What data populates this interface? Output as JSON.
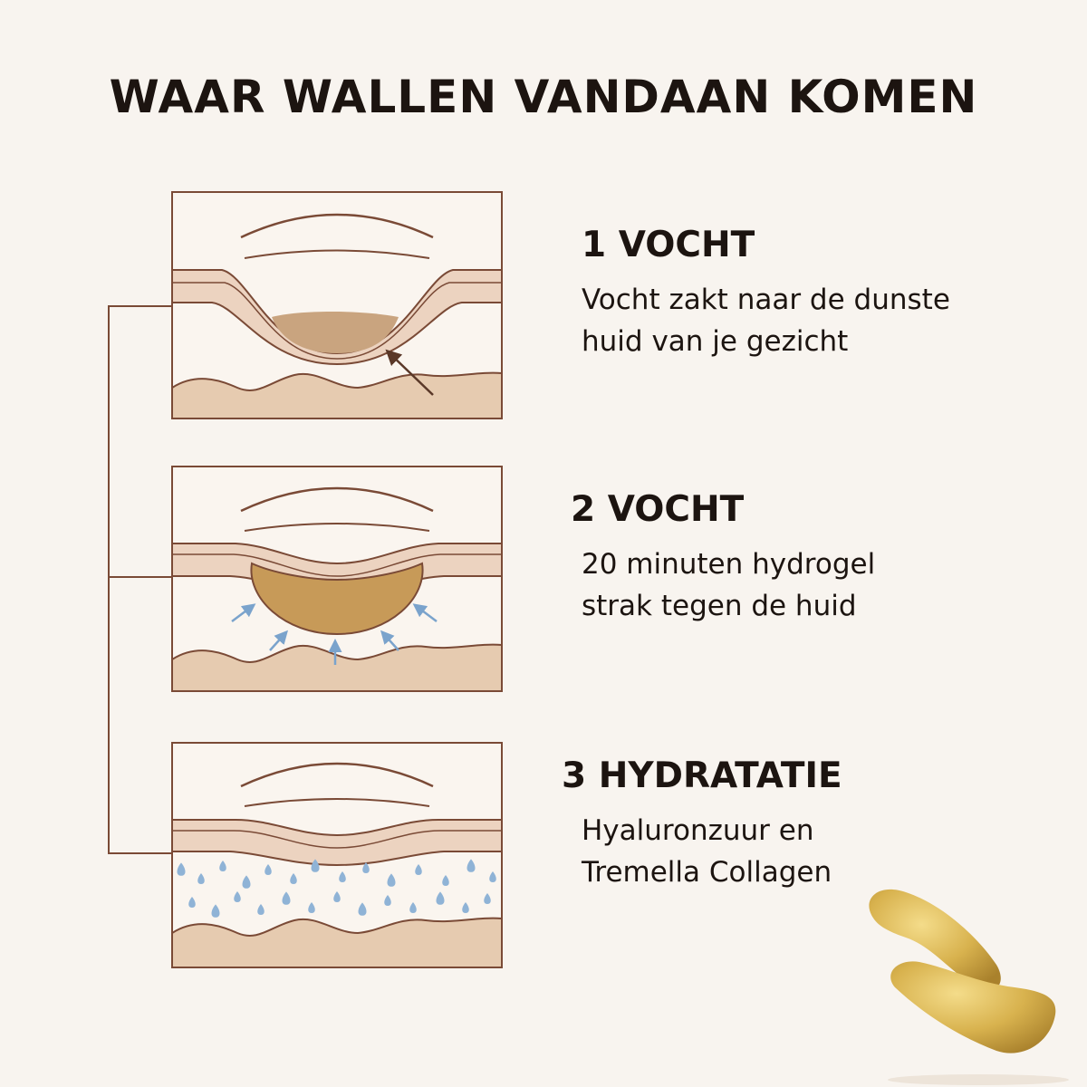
{
  "title": "WAAR WALLEN VANDAAN KOMEN",
  "steps": [
    {
      "heading": "1 VOCHT",
      "lines": [
        "Vocht zakt naar de dunste",
        "huid van je gezicht"
      ]
    },
    {
      "heading": "2 VOCHT",
      "lines": [
        "20 minuten hydrogel",
        "strak tegen de huid"
      ]
    },
    {
      "heading": "3 HYDRATATIE",
      "lines": [
        "Hyaluronzuur en",
        "Tremella Collagen"
      ]
    }
  ],
  "colors": {
    "outline": "#7a4a36",
    "skin": "#ecd3c0",
    "tissue": "#e6cbb0",
    "fluid": "#c9a47f",
    "patch": "#c79a58",
    "arrow_blue": "#7aa3cc",
    "drop_blue": "#8fb3d6",
    "gold": "#d9b653"
  }
}
